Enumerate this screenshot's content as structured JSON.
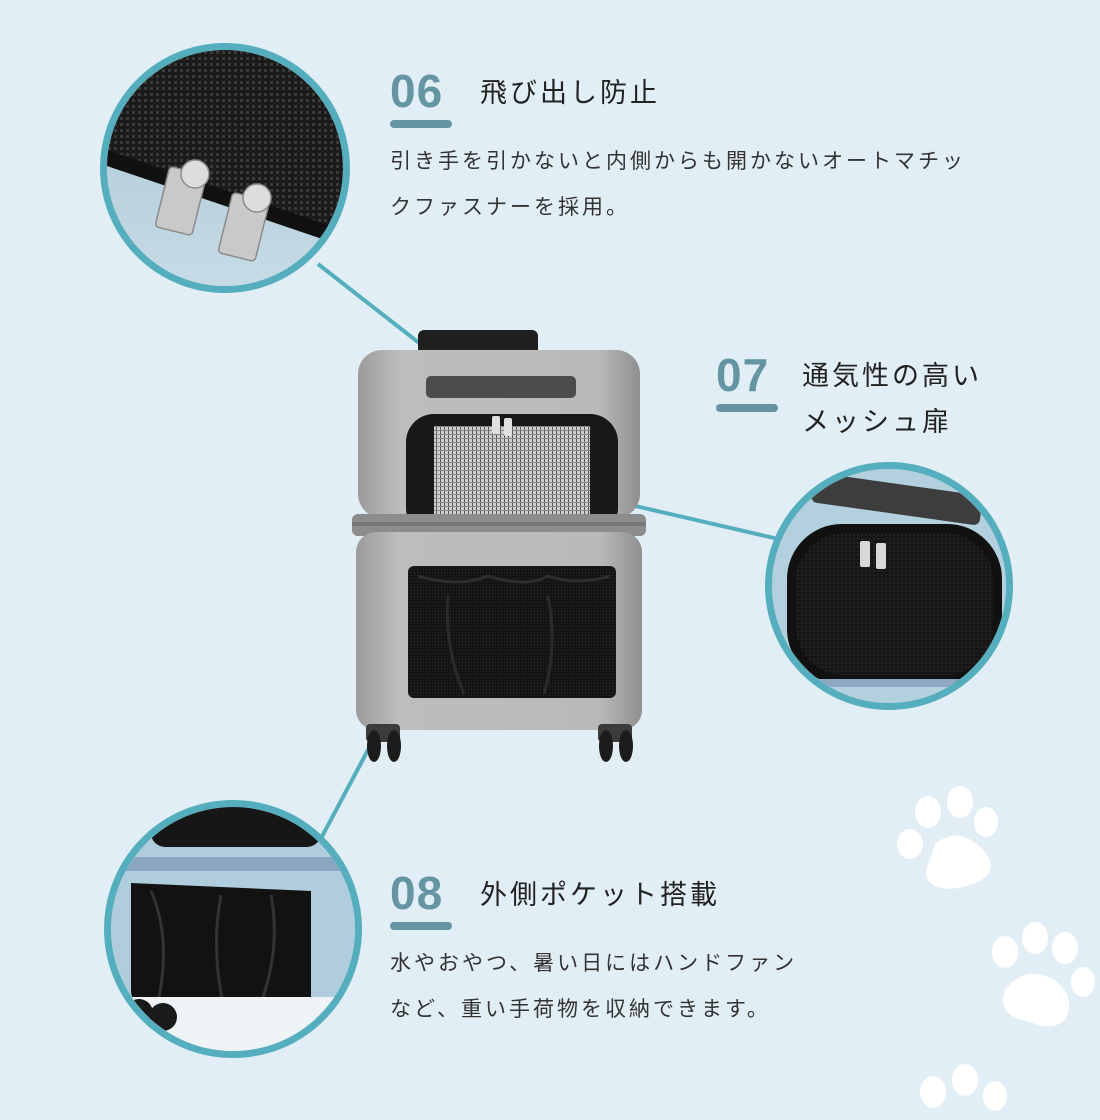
{
  "colors": {
    "background": "#e2eef5",
    "accent": "#6594a2",
    "circle_border": "#55aebd",
    "paw": "#ffffff"
  },
  "features": [
    {
      "number": "06",
      "title": "飛び出し防止",
      "description_lines": [
        "引き手を引かないと内側からも開かないオートマチッ",
        "クファスナーを採用。"
      ],
      "inset_image": "zipper-pulls-closeup"
    },
    {
      "number": "07",
      "title_lines": [
        "通気性の高い",
        "メッシュ扉"
      ],
      "inset_image": "mesh-door-closeup"
    },
    {
      "number": "08",
      "title": "外側ポケット搭載",
      "description_lines": [
        "水やおやつ、暑い日にはハンドファン",
        "など、重い手荷物を収納できます。"
      ],
      "inset_image": "outer-pocket-closeup"
    }
  ],
  "product": {
    "name": "pet-carrier-suitcase",
    "color": "gray"
  },
  "decorations": {
    "icons": [
      "paw-icon",
      "paw-icon",
      "paw-icon"
    ]
  }
}
